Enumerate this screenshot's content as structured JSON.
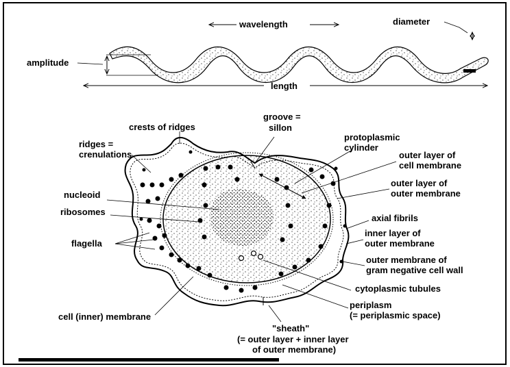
{
  "figure": {
    "top_labels": {
      "wavelength": "wavelength",
      "diameter": "diameter",
      "amplitude": "amplitude",
      "length": "length"
    },
    "cell_labels": {
      "crests": "crests of ridges",
      "groove_1": "groove =",
      "groove_2": "sillon",
      "ridges_1": "ridges =",
      "ridges_2": "crenulations",
      "protoplasmic_1": "protoplasmic",
      "protoplasmic_2": "cylinder",
      "outer_cell_1": "outer layer of",
      "outer_cell_2": "cell membrane",
      "outer_outer_1": "outer layer of",
      "outer_outer_2": "outer membrane",
      "nucleoid": "nucleoid",
      "ribosomes": "ribosomes",
      "axial_fibrils": "axial fibrils",
      "flagella": "flagella",
      "inner_outer_1": "inner layer of",
      "inner_outer_2": "outer membrane",
      "gram_1": "outer membrane of",
      "gram_2": "gram negative cell wall",
      "cyto_tubules": "cytoplasmic tubules",
      "cell_membrane": "cell (inner) membrane",
      "periplasm_1": "periplasm",
      "periplasm_2": "(= periplasmic space)",
      "sheath_1": "\"sheath\"",
      "sheath_2": "(= outer layer + inner layer",
      "sheath_3": "of outer membrane)"
    }
  }
}
